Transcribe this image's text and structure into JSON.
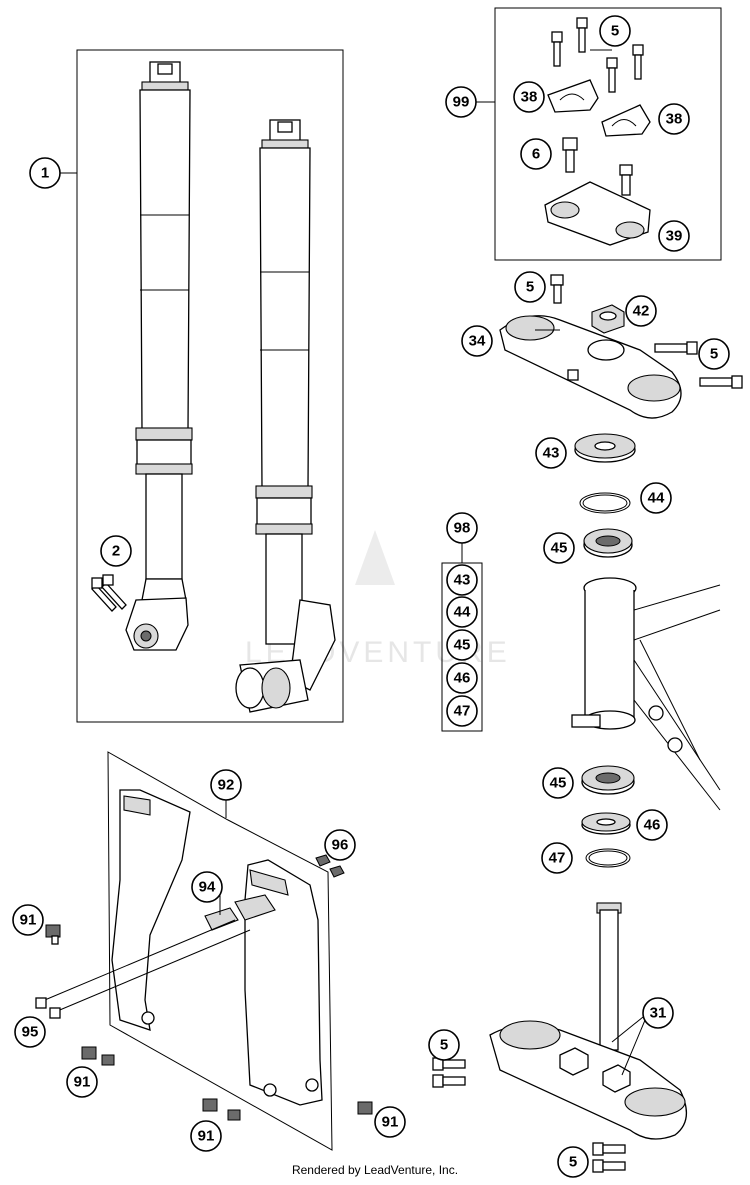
{
  "callouts": [
    {
      "label": "1"
    },
    {
      "label": "2"
    },
    {
      "label": "5"
    },
    {
      "label": "99"
    },
    {
      "label": "38"
    },
    {
      "label": "38"
    },
    {
      "label": "6"
    },
    {
      "label": "39"
    },
    {
      "label": "5"
    },
    {
      "label": "42"
    },
    {
      "label": "34"
    },
    {
      "label": "5"
    },
    {
      "label": "43"
    },
    {
      "label": "44"
    },
    {
      "label": "45"
    },
    {
      "label": "98"
    },
    {
      "label": "43"
    },
    {
      "label": "44"
    },
    {
      "label": "45"
    },
    {
      "label": "46"
    },
    {
      "label": "47"
    },
    {
      "label": "45"
    },
    {
      "label": "46"
    },
    {
      "label": "47"
    },
    {
      "label": "92"
    },
    {
      "label": "96"
    },
    {
      "label": "94"
    },
    {
      "label": "91"
    },
    {
      "label": "95"
    },
    {
      "label": "91"
    },
    {
      "label": "91"
    },
    {
      "label": "91"
    },
    {
      "label": "31"
    },
    {
      "label": "5"
    },
    {
      "label": "5"
    }
  ],
  "watermark": "LEADVENTURE",
  "footer": "Rendered by LeadVenture, Inc."
}
